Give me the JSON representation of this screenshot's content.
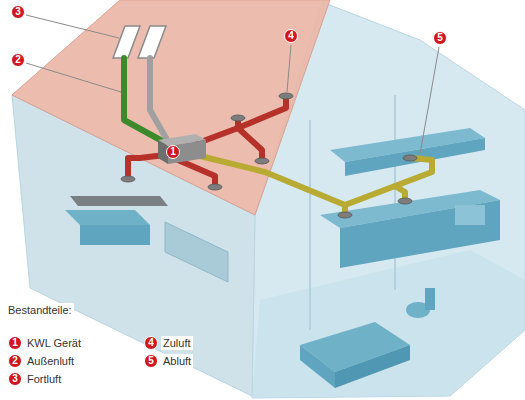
{
  "diagram": {
    "labels": [
      "3",
      "2",
      "4",
      "5",
      "1",
      "Bestandteile:",
      "1",
      "2",
      "3",
      "4",
      "5"
    ],
    "legend": [
      {
        "text": "KWL Gerät"
      },
      {
        "text": "Außenluft"
      },
      {
        "text": "Fortluft"
      },
      {
        "text": "Zuluft"
      },
      {
        "text": "Abluft"
      }
    ]
  }
}
